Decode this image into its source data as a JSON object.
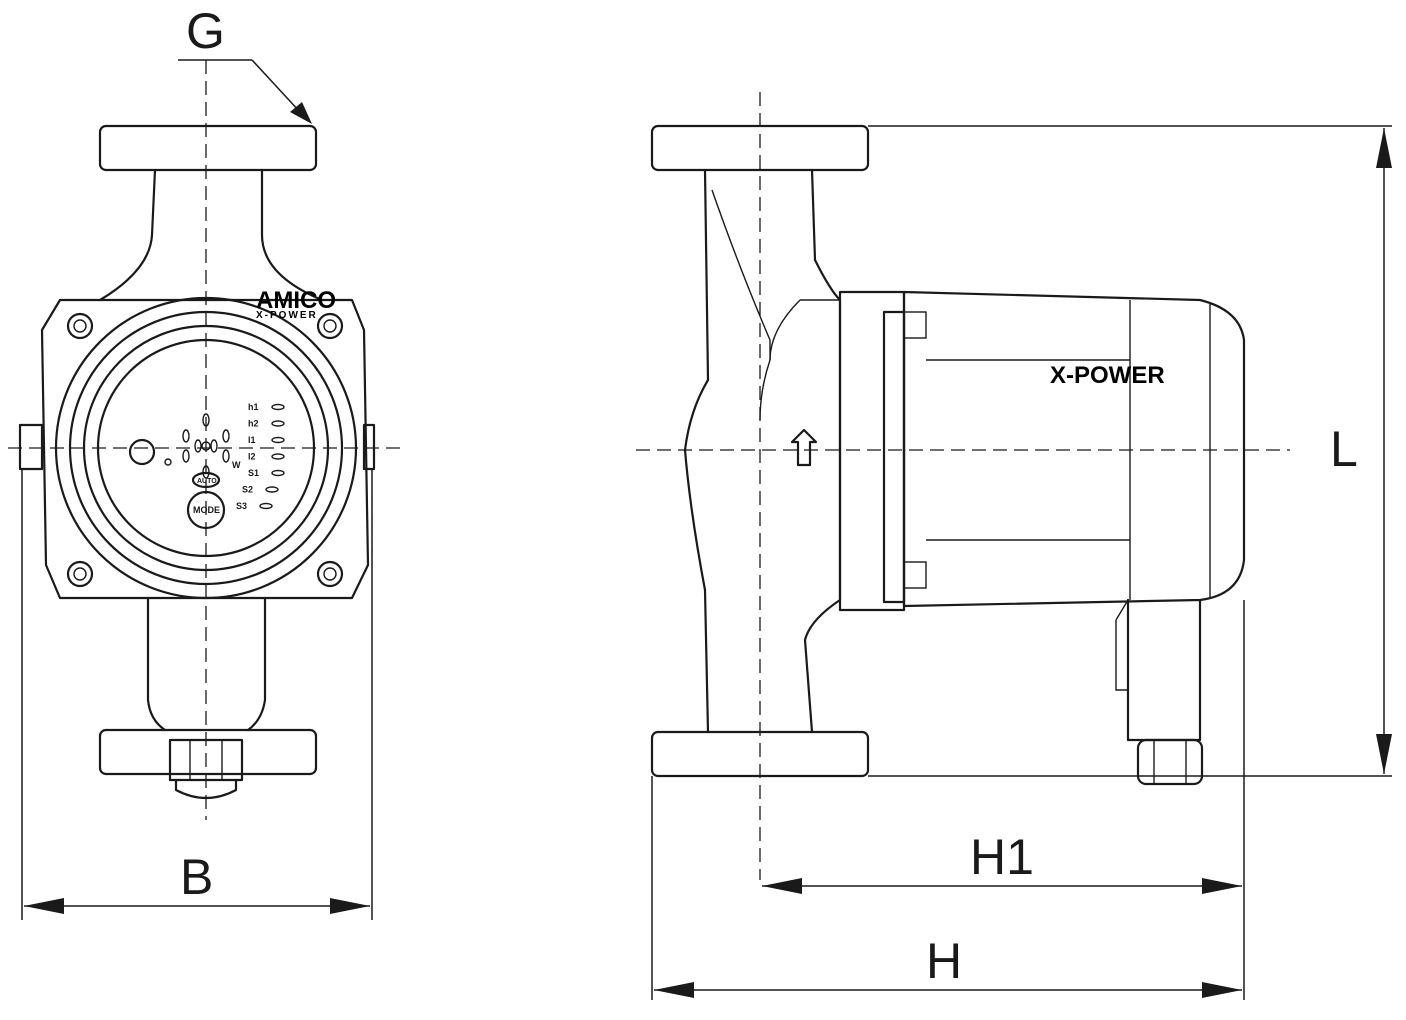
{
  "dimensions": {
    "g_label": "G",
    "b_label": "B",
    "l_label": "L",
    "h1_label": "H1",
    "h_label": "H"
  },
  "branding": {
    "front_brand": "AMICO",
    "front_sub": "X-POWER",
    "side_brand": "X-POWER"
  },
  "control_panel": {
    "mode_button": "MODE",
    "auto_label": "AUTO",
    "w_label": "W",
    "settings": [
      "h1",
      "h2",
      "l1",
      "l2",
      "S1",
      "S2",
      "S3"
    ]
  }
}
